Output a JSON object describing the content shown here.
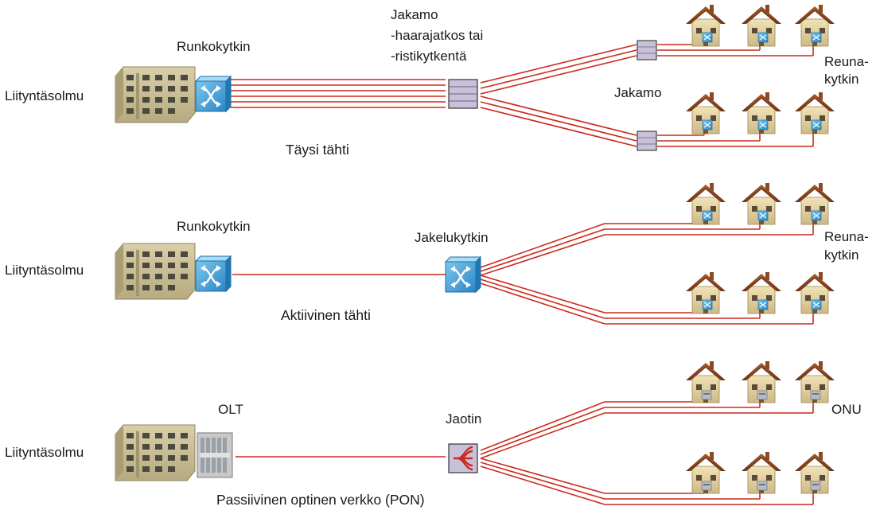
{
  "diagrams": [
    {
      "caption": "Täysi tähti",
      "node_label": "Liityntäsolmu",
      "core_label": "Runkokytkin",
      "mid_label_lines": [
        "Jakamo",
        "-haarajatkos tai",
        "-ristikytkentä"
      ],
      "branch_label": "Jakamo",
      "end_label_lines": [
        "Reuna-",
        "kytkin"
      ]
    },
    {
      "caption": "Aktiivinen tähti",
      "node_label": "Liityntäsolmu",
      "core_label": "Runkokytkin",
      "mid_label": "Jakelukytkin",
      "end_label_lines": [
        "Reuna-",
        "kytkin"
      ]
    },
    {
      "caption": "Passiivinen optinen verkko (PON)",
      "node_label": "Liityntäsolmu",
      "core_label": "OLT",
      "mid_label": "Jaotin",
      "end_label": "ONU"
    }
  ],
  "colors": {
    "fiber": "#cc2a1e",
    "switch_blue": "#3d9fd8",
    "patch_panel": "#c7bfd6",
    "house_roof": "#8b4a25",
    "house_wall": "#e8d7a8",
    "building_wall": "#cfc39a"
  }
}
